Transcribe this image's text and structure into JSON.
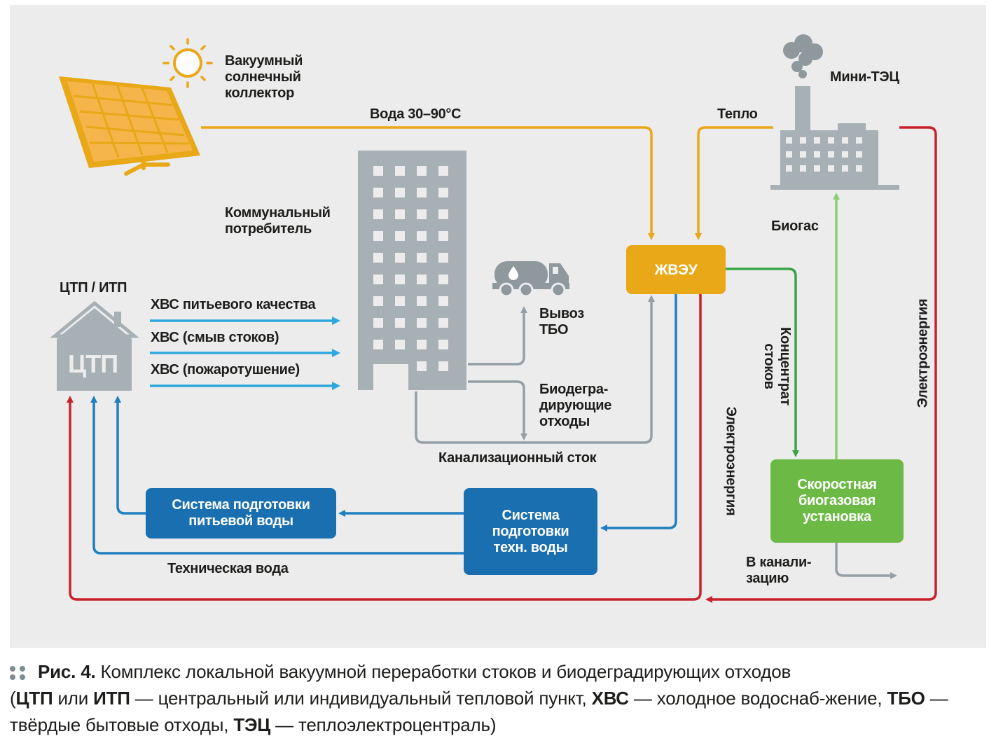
{
  "colors": {
    "panel_bg": "#ececec",
    "yellow": "#e9a817",
    "blue_line": "#1f7fc0",
    "blue_box": "#1a6fb1",
    "cyan": "#2da8dc",
    "red": "#c8232c",
    "green": "#3aa346",
    "green_box": "#6cb945",
    "gray": "#94a0a6",
    "building": "#a6b0b5",
    "light_green": "#8ccf72"
  },
  "labels": {
    "solar_collector": "Вакуумный\nсолнечный\nколлектор",
    "water_temp": "Вода 30–90°С",
    "heat": "Тепло",
    "mini_chp": "Мини-ТЭЦ",
    "consumer": "Коммунальный\nпотребитель",
    "biogas": "Биогас",
    "ctp_itp": "ЦТП / ИТП",
    "ctp_sign": "ЦТП",
    "cold_water_potable": "ХВС питьевого качества",
    "cold_water_flush": "ХВС (смыв стоков)",
    "cold_water_fire": "ХВС (пожаротушение)",
    "msw_removal": "Вывоз\nТБО",
    "biodegradable": "Биодегра-\nдирующие\nотходы",
    "sewage": "Канализационный сток",
    "electricity_left": "Электроэнергия",
    "electricity_right": "Электроэнергия",
    "concentrate": "Концентрат\nстоков",
    "tech_water": "Техническая вода",
    "to_sewer": "В канали-\nзацию"
  },
  "boxes": {
    "jveu": "ЖВЭУ",
    "drinking_prep": "Система подготовки\nпитьевой воды",
    "tech_prep": "Система\nподготовки\nтехн. воды",
    "biogas_plant": "Скоростная\nбиогазовая\nустановка"
  },
  "caption": {
    "fig": "Рис. 4.",
    "title": " Комплекс локальной вакуумной переработки стоков и биодеградирующих отходов",
    "t1": "(",
    "ab1": "ЦТП",
    "t2": " или ",
    "ab2": "ИТП",
    "t3": " — центральный или индивидуальный тепловой пункт, ",
    "ab3": "ХВС",
    "t4": " — холодное водоснаб-жение, ",
    "ab4": "ТБО",
    "t5": " — твёрдые бытовые отходы, ",
    "ab5": "ТЭЦ",
    "t6": " — теплоэлектроцентраль)"
  }
}
